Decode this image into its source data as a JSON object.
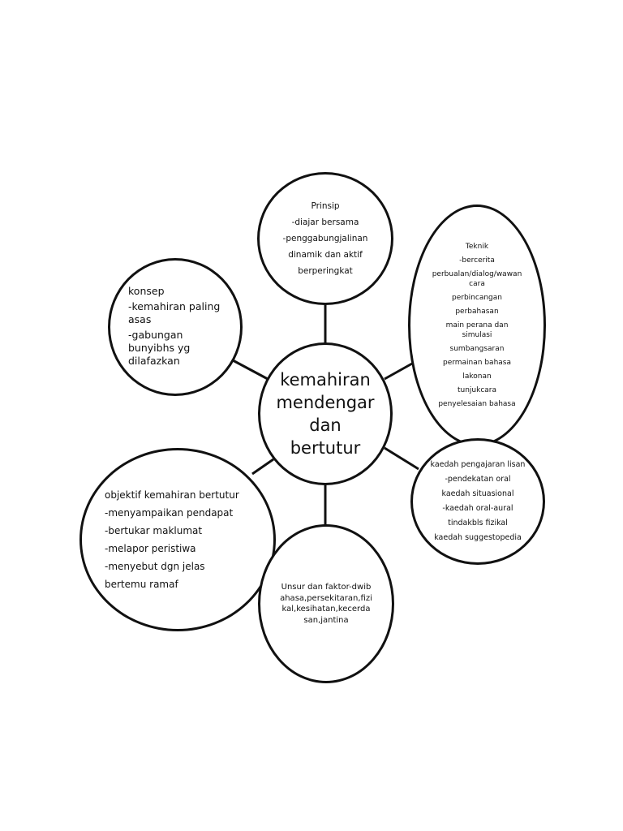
{
  "diagram": {
    "center": {
      "lines": [
        "kemahiran",
        "mendengar",
        "dan",
        "bertutur"
      ]
    },
    "prinsip": {
      "lines": [
        "Prinsip",
        "-diajar bersama",
        "-penggabungjalinan",
        "dinamik dan aktif",
        "berperingkat"
      ]
    },
    "teknik": {
      "lines": [
        "Teknik",
        "-bercerita",
        "perbualan/dialog/wawancara",
        "perbincangan",
        "perbahasan",
        "main perana dan simulasi",
        "sumbangsaran",
        "permainan bahasa",
        "lakonan",
        "tunjukcara",
        "penyelesaian bahasa"
      ]
    },
    "konsep": {
      "lines": [
        "konsep",
        "-kemahiran paling asas",
        "-gabungan bunyibhs yg dilafazkan"
      ]
    },
    "kaedah": {
      "lines": [
        "kaedah pengajaran lisan",
        "-pendekatan oral",
        "kaedah situasional",
        "-kaedah oral-aural",
        "tindakbls fizikal",
        "kaedah suggestopedia"
      ]
    },
    "objektif": {
      "lines": [
        "objektif kemahiran bertutur",
        "-menyampaikan pendapat",
        "-bertukar maklumat",
        "-melapor peristiwa",
        "-menyebut dgn jelas",
        "bertemu ramaf"
      ]
    },
    "unsur": {
      "lines": [
        "Unsur dan faktor-dwibahasa,persekitaran,fizikal,kesihatan,kecerdasan,jantina"
      ]
    }
  }
}
